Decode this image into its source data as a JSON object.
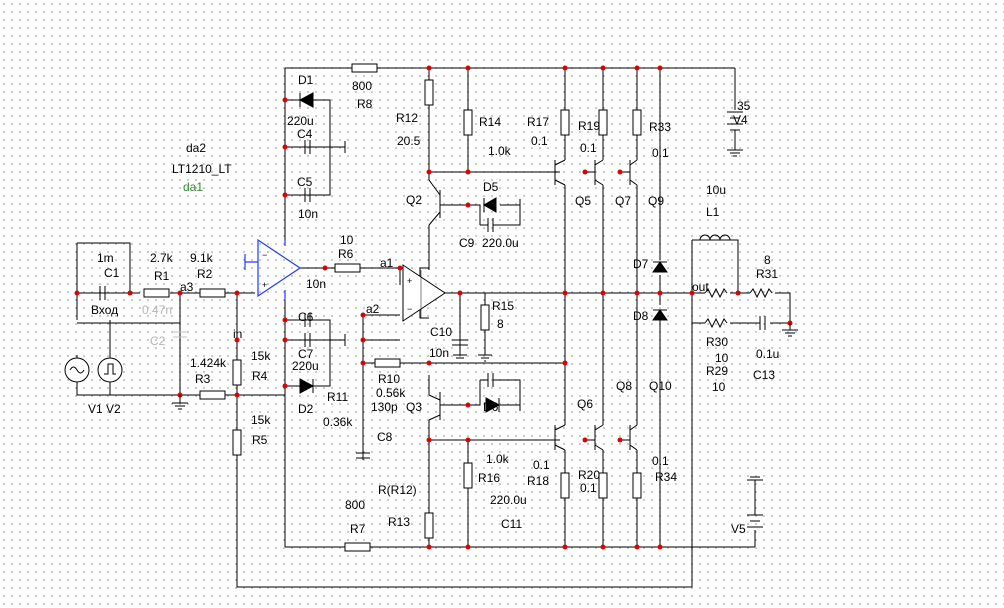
{
  "labels": {
    "d1": "D1",
    "d2": "D2",
    "d5": "D5",
    "d6": "D6",
    "d7": "D7",
    "d8": "D8",
    "r8_val": "800",
    "r8": "R8",
    "c4_val": "220u",
    "c4": "C4",
    "c5": "C5",
    "c5_val": "10n",
    "da2": "da2",
    "lt": "LT1210_LT",
    "da1": "da1",
    "c1_val": "1m",
    "c1": "C1",
    "vhod": "Вход",
    "c2_val": "0.47n",
    "c2": "C2",
    "r1_val": "2.7k",
    "r1": "R1",
    "r2_val": "9.1k",
    "r2": "R2",
    "a3": "a3",
    "r3_val": "1.424k",
    "r3": "R3",
    "in": "in",
    "r4_val": "15k",
    "r4": "R4",
    "r5_val": "15k",
    "r5": "R5",
    "v1v2": "V1 V2",
    "r6_val": "10",
    "r6": "R6",
    "a1": "a1",
    "a2": "a2",
    "c6_val": "10n",
    "c6": "C6",
    "c7": "C7",
    "c7_val": "220u",
    "r11": "R11",
    "r11_val": "0.36k",
    "r12": "R12",
    "r12_val": "20.5",
    "q2": "Q2",
    "q3": "Q3",
    "c9": "C9",
    "c9_val": "220.0u",
    "r14": "R14",
    "r14_val": "1.0k",
    "r17": "R17",
    "r17_val": "0.1",
    "r19": "R19",
    "r19_val": "0.1",
    "r33": "R33",
    "r33_val": "0.1",
    "q5": "Q5",
    "q7": "Q7",
    "q9": "Q9",
    "v4_val": "35",
    "v4": "V4",
    "l1_val": "10u",
    "l1": "L1",
    "r31_val": "8",
    "r31": "R31",
    "out": "out",
    "r15": "R15",
    "r15_val": "8",
    "c10": "C10",
    "c10_val": "10n",
    "r10": "R10",
    "r10_val": "0.56k",
    "c8_val": "130p",
    "c8": "C8",
    "r30": "R30",
    "r30_val": "10",
    "r29": "R29",
    "r29_val": "10",
    "c13_val": "0.1u",
    "c13": "C13",
    "q6": "Q6",
    "q8": "Q8",
    "q10": "Q10",
    "r16_val": "1.0k",
    "r16": "R16",
    "r18_val": "0.1",
    "r18": "R18",
    "r20": "R20",
    "r20_val": "0.1",
    "r34_val": "0.1",
    "r34": "R34",
    "rr12": "R(R12)",
    "r13": "R13",
    "c11_val": "220.0u",
    "c11": "C11",
    "r7_val": "800",
    "r7": "R7",
    "v5": "V5"
  },
  "colors": {
    "wire": "#000000",
    "opamp": "#1a3cff",
    "node": "#e00000",
    "accent_label": "#2e8b2e"
  }
}
